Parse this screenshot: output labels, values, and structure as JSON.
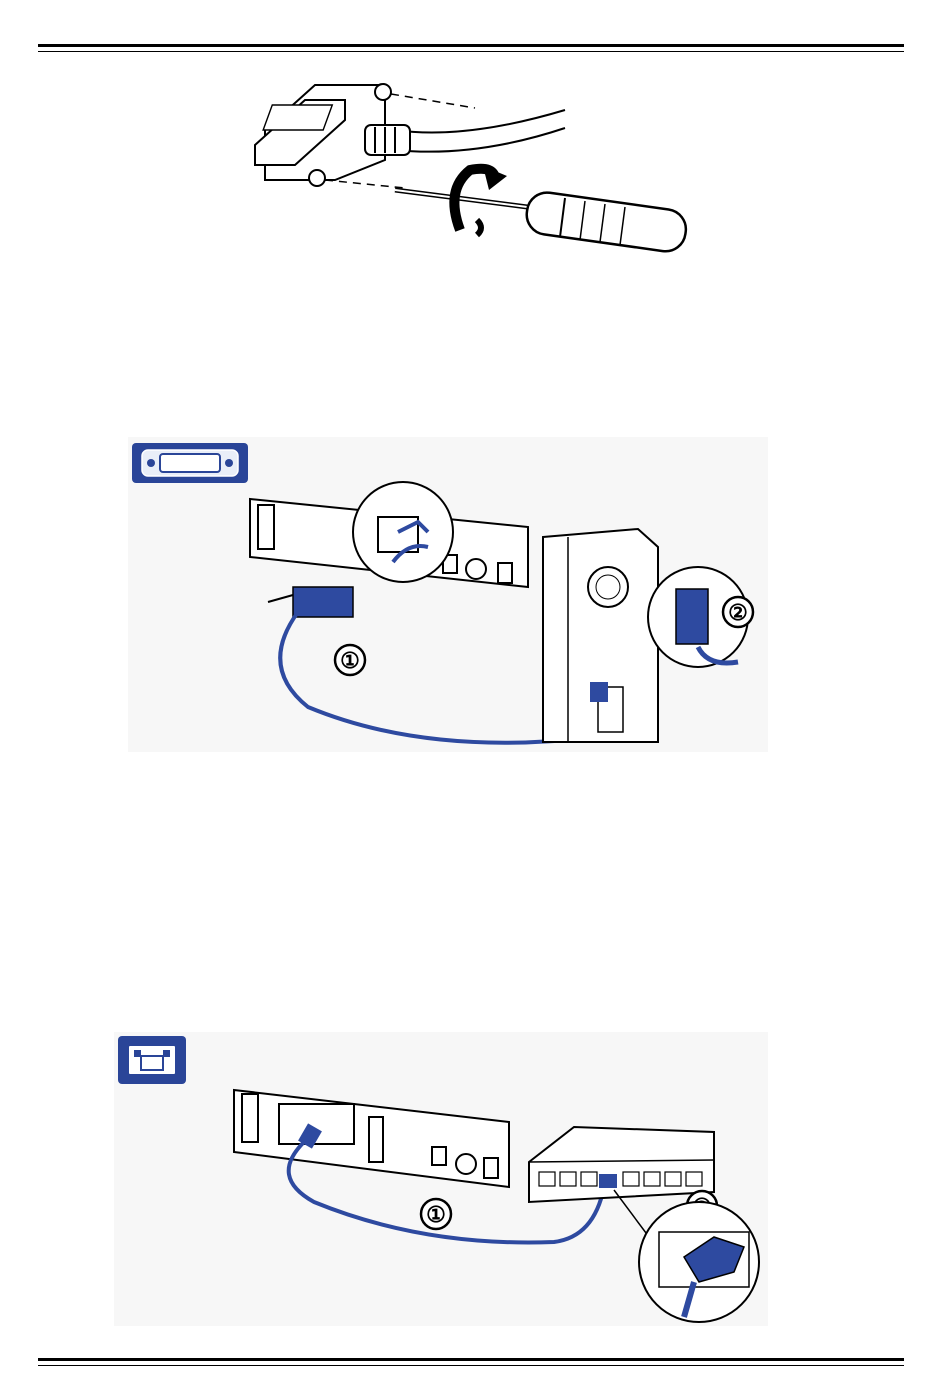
{
  "page": {
    "figures": [
      {
        "id": "screwdriver-fastening"
      },
      {
        "id": "serial-connection",
        "step_labels": [
          "①",
          "②"
        ]
      },
      {
        "id": "ethernet-connection",
        "step_labels": [
          "①",
          "②"
        ]
      }
    ]
  },
  "icons": {
    "serial_port_badge": "serial-port-icon",
    "ethernet_port_badge": "ethernet-port-icon"
  },
  "colors": {
    "accent_blue": "#2e4aa0",
    "badge_blue": "#2a4598",
    "line": "#000000"
  }
}
